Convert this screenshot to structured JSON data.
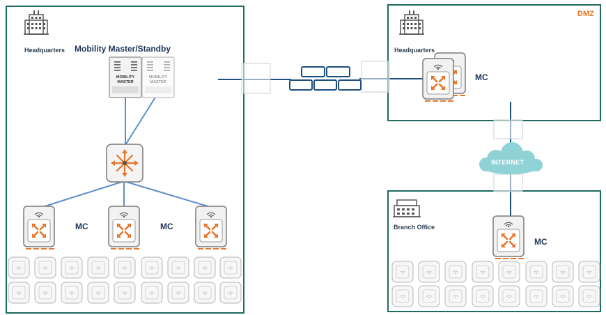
{
  "headquarters_left": {
    "building_label": "Headquarters",
    "title": "Mobility Master/Standby",
    "mm_primary_text": [
      "MOBILITY",
      "MASTER"
    ],
    "mm_standby_text": [
      "MOBILITY",
      "MASTER"
    ],
    "mc_label_1": "MC",
    "mc_label_2": "MC"
  },
  "headquarters_dmz": {
    "zone_label": "DMZ",
    "building_label": "Headquarters",
    "mc_label": "MC"
  },
  "internet": {
    "label": "INTERNET"
  },
  "branch": {
    "building_label": "Branch Office",
    "mc_label": "MC"
  },
  "colors": {
    "border": "#1f6b5f",
    "line": "#1c4e80",
    "link": "#5b8fc7",
    "accent": "#e8762b",
    "cloud": "#8fd3d6"
  }
}
